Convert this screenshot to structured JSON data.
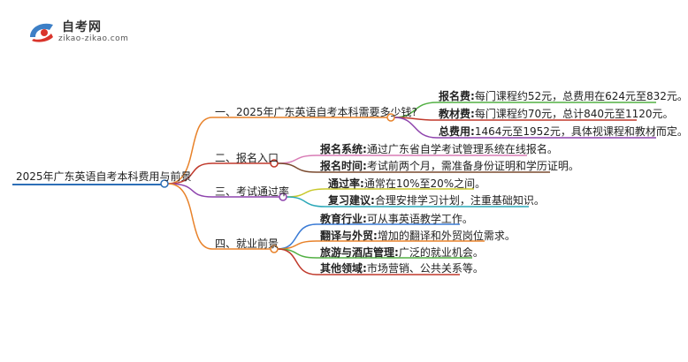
{
  "logo": {
    "name": "自考网",
    "url": "zikao-zikao.com"
  },
  "root": {
    "label": "2025年广东英语自考本科费用与前景"
  },
  "branches": [
    {
      "label": "一、2025年广东英语自考本科需要多少钱?",
      "color": "#e8822a",
      "leaves": [
        {
          "key": "报名费:",
          "text": "每门课程约52元，总费用在624元至832元。",
          "color": "#52b043"
        },
        {
          "key": "教材费:",
          "text": "每门课程约70元，总计840元至1120元。",
          "color": "#c0392b"
        },
        {
          "key": "总费用:",
          "text": "1464元至1952元，具体视课程和教材而定。",
          "color": "#8e44ad"
        }
      ]
    },
    {
      "label": "二、报名入口",
      "color": "#c0392b",
      "leaves": [
        {
          "key": "报名系统:",
          "text": "通过广东省自学考试管理系统在线报名。",
          "color": "#d87bb5"
        },
        {
          "key": "报名时间:",
          "text": "考试前两个月，需准备身份证明和学历证明。",
          "color": "#7a4a2e"
        }
      ]
    },
    {
      "label": "三、考试通过率",
      "color": "#8e44ad",
      "leaves": [
        {
          "key": "通过率:",
          "text": "通常在10%至20%之间。",
          "color": "#c8c82a"
        },
        {
          "key": "复习建议:",
          "text": "合理安排学习计划，注重基础知识。",
          "color": "#2aa8b8"
        }
      ]
    },
    {
      "label": "四、就业前景",
      "color": "#e8822a",
      "leaves": [
        {
          "key": "教育行业:",
          "text": "可从事英语教学工作。",
          "color": "#3a7bd5"
        },
        {
          "key": "翻译与外贸:",
          "text": "增加的翻译和外贸岗位需求。",
          "color": "#e8822a"
        },
        {
          "key": "旅游与酒店管理:",
          "text": "广泛的就业机会。",
          "color": "#52b043"
        },
        {
          "key": "其他领域:",
          "text": "市场营销、公共关系等。",
          "color": "#c0392b"
        }
      ]
    }
  ],
  "root_color": "#2c6fb7"
}
